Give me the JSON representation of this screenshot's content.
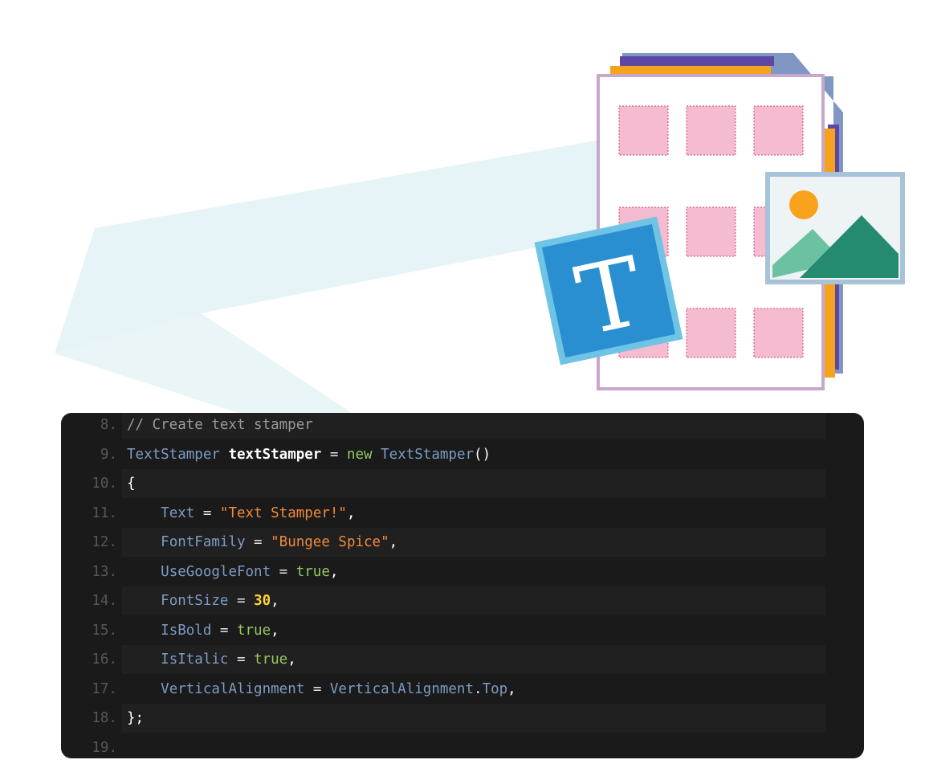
{
  "illustration": {
    "icons": [
      "document-grid-icon",
      "text-stamp-icon",
      "image-stamp-icon"
    ],
    "stamp_letter": "T",
    "colors": {
      "ribbon": "#e3f1f5",
      "pink_cell": "#f4bbd1",
      "doc_border": "#c9a6cc",
      "orange_page": "#f5a31c",
      "purple_page": "#5e46a4",
      "slate_page": "#7f97c2",
      "text_stamp": "#2a8fd0",
      "text_stamp_border": "#6fc4e6",
      "image_frame": "#a8c3d8",
      "sun": "#f9a31c",
      "mountain_light": "#6cc1a0",
      "mountain_dark": "#248a70"
    }
  },
  "code": {
    "lines": [
      {
        "num": "8.",
        "tokens": [
          {
            "t": "// Create text stamper",
            "k": "comment"
          }
        ]
      },
      {
        "num": "9.",
        "tokens": [
          {
            "t": "TextStamper",
            "k": "type"
          },
          {
            "t": " ",
            "k": "op"
          },
          {
            "t": "textStamper",
            "k": "var"
          },
          {
            "t": " = ",
            "k": "op"
          },
          {
            "t": "new",
            "k": "kw"
          },
          {
            "t": " ",
            "k": "op"
          },
          {
            "t": "TextStamper",
            "k": "type"
          },
          {
            "t": "()",
            "k": "punc"
          }
        ]
      },
      {
        "num": "10.",
        "tokens": [
          {
            "t": "{",
            "k": "punc"
          }
        ]
      },
      {
        "num": "11.",
        "tokens": [
          {
            "t": "    ",
            "k": "op"
          },
          {
            "t": "Text",
            "k": "prop"
          },
          {
            "t": " = ",
            "k": "op"
          },
          {
            "t": "\"Text Stamper!\"",
            "k": "str"
          },
          {
            "t": ",",
            "k": "punc"
          }
        ]
      },
      {
        "num": "12.",
        "tokens": [
          {
            "t": "    ",
            "k": "op"
          },
          {
            "t": "FontFamily",
            "k": "prop"
          },
          {
            "t": " = ",
            "k": "op"
          },
          {
            "t": "\"Bungee Spice\"",
            "k": "str"
          },
          {
            "t": ",",
            "k": "punc"
          }
        ]
      },
      {
        "num": "13.",
        "tokens": [
          {
            "t": "    ",
            "k": "op"
          },
          {
            "t": "UseGoogleFont",
            "k": "prop"
          },
          {
            "t": " = ",
            "k": "op"
          },
          {
            "t": "true",
            "k": "kw"
          },
          {
            "t": ",",
            "k": "punc"
          }
        ]
      },
      {
        "num": "14.",
        "tokens": [
          {
            "t": "    ",
            "k": "op"
          },
          {
            "t": "FontSize",
            "k": "prop"
          },
          {
            "t": " = ",
            "k": "op"
          },
          {
            "t": "30",
            "k": "num"
          },
          {
            "t": ",",
            "k": "punc"
          }
        ]
      },
      {
        "num": "15.",
        "tokens": [
          {
            "t": "    ",
            "k": "op"
          },
          {
            "t": "IsBold",
            "k": "prop"
          },
          {
            "t": " = ",
            "k": "op"
          },
          {
            "t": "true",
            "k": "kw"
          },
          {
            "t": ",",
            "k": "punc"
          }
        ]
      },
      {
        "num": "16.",
        "tokens": [
          {
            "t": "    ",
            "k": "op"
          },
          {
            "t": "IsItalic",
            "k": "prop"
          },
          {
            "t": " = ",
            "k": "op"
          },
          {
            "t": "true",
            "k": "kw"
          },
          {
            "t": ",",
            "k": "punc"
          }
        ]
      },
      {
        "num": "17.",
        "tokens": [
          {
            "t": "    ",
            "k": "op"
          },
          {
            "t": "VerticalAlignment",
            "k": "prop"
          },
          {
            "t": " = ",
            "k": "op"
          },
          {
            "t": "VerticalAlignment",
            "k": "prop"
          },
          {
            "t": ".",
            "k": "op"
          },
          {
            "t": "Top",
            "k": "prop"
          },
          {
            "t": ",",
            "k": "punc"
          }
        ]
      },
      {
        "num": "18.",
        "tokens": [
          {
            "t": "};",
            "k": "punc"
          }
        ]
      },
      {
        "num": "19.",
        "tokens": []
      }
    ]
  }
}
